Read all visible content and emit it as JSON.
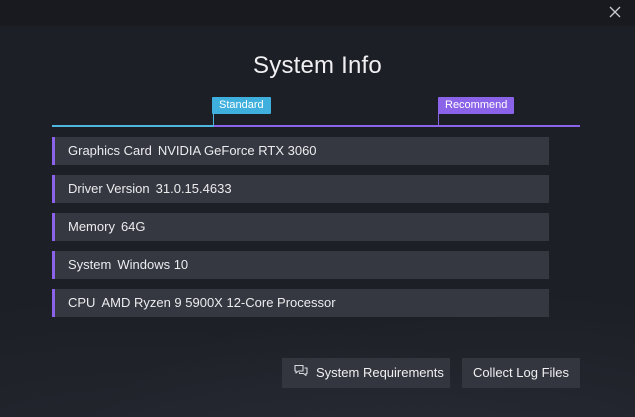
{
  "window": {
    "title": "System Info"
  },
  "levels": {
    "standard": "Standard",
    "recommend": "Recommend"
  },
  "specs": [
    {
      "label": "Graphics Card",
      "value": "NVIDIA GeForce RTX 3060"
    },
    {
      "label": "Driver Version",
      "value": "31.0.15.4633"
    },
    {
      "label": "Memory",
      "value": "64G"
    },
    {
      "label": "System",
      "value": "Windows 10"
    },
    {
      "label": "CPU",
      "value": "AMD Ryzen 9 5900X 12-Core Processor"
    }
  ],
  "buttons": {
    "requirements": "System Requirements",
    "logs": "Collect Log Files"
  },
  "icons": {
    "close": "close-icon",
    "requirements": "chat-bubbles-icon"
  },
  "colors": {
    "standard": "#3fb0de",
    "recommend": "#8a63e8",
    "row_accent": "#8a63e8"
  }
}
